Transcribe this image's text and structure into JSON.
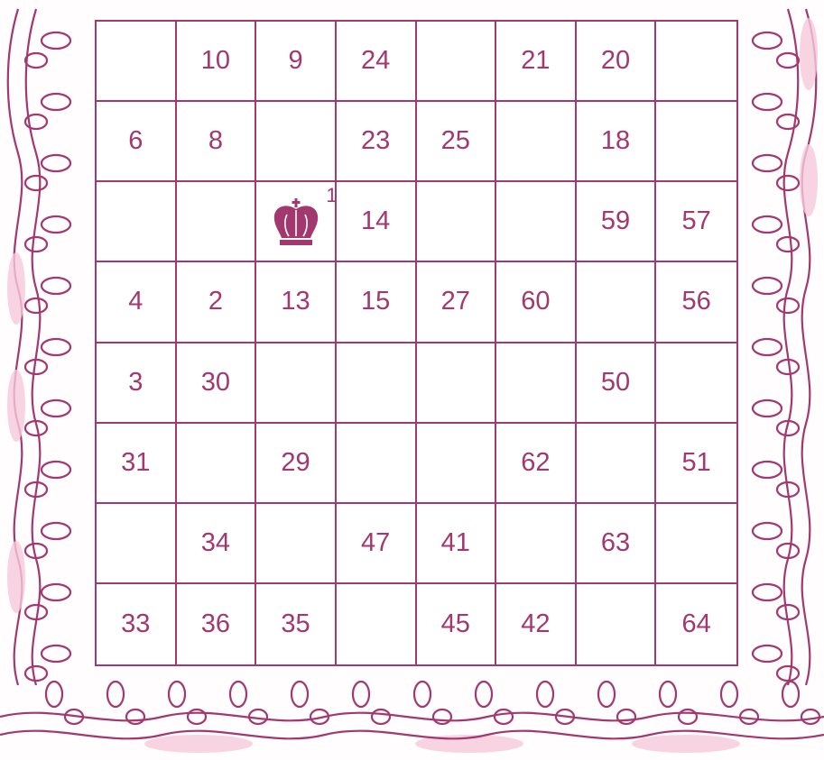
{
  "board": {
    "rows": [
      [
        "",
        "10",
        "9",
        "24",
        "",
        "21",
        "20",
        ""
      ],
      [
        "6",
        "8",
        "",
        "23",
        "25",
        "",
        "18",
        ""
      ],
      [
        "",
        "",
        "1",
        "14",
        "",
        "",
        "59",
        "57"
      ],
      [
        "4",
        "2",
        "13",
        "15",
        "27",
        "60",
        "",
        "56"
      ],
      [
        "3",
        "30",
        "",
        "",
        "",
        "",
        "50",
        ""
      ],
      [
        "31",
        "",
        "29",
        "",
        "",
        "62",
        "",
        "51"
      ],
      [
        "",
        "34",
        "",
        "47",
        "41",
        "",
        "63",
        ""
      ],
      [
        "33",
        "36",
        "35",
        "",
        "45",
        "42",
        "",
        "64"
      ]
    ],
    "king": {
      "row": 2,
      "col": 2,
      "icon": "king-icon"
    }
  },
  "colors": {
    "ink": "#a3386f",
    "border_fill": "#f6c9dc"
  }
}
